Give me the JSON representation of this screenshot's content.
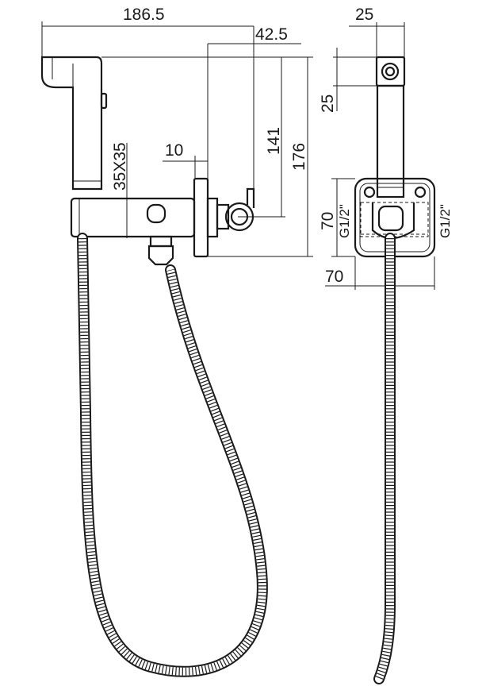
{
  "dimensions": {
    "overall_length": "186.5",
    "holder_offset": "42.5",
    "wall_thickness": "10",
    "head_section": "35X35",
    "holder_height": "141",
    "overall_height": "176",
    "head_width": "25",
    "head_depth": "25",
    "plate_height": "70",
    "plate_width": "70",
    "thread_left": "G1/2\"",
    "thread_right": "G1/2\""
  }
}
